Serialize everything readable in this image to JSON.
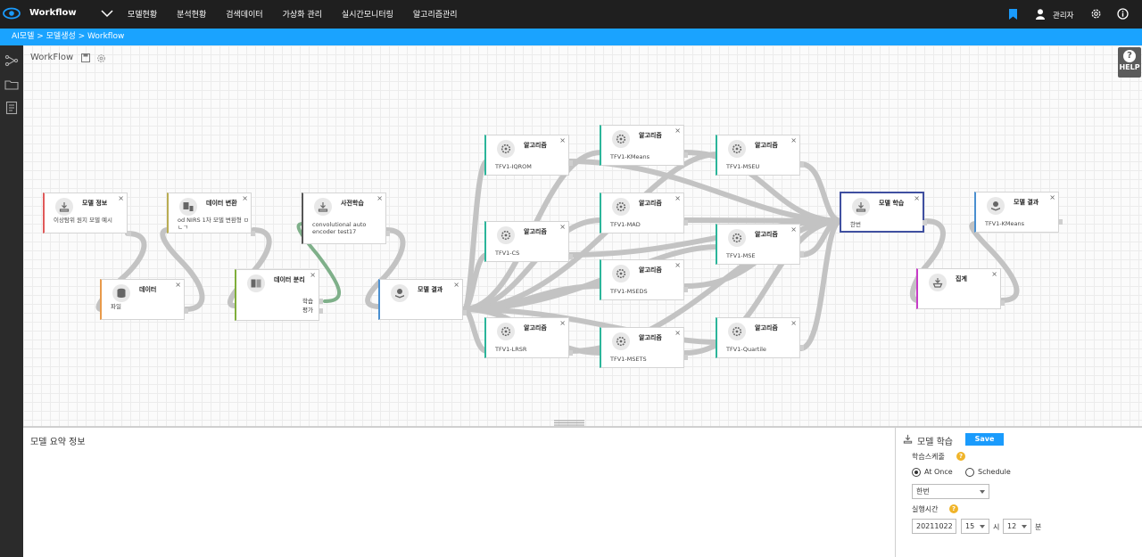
{
  "app": {
    "title": "Workflow"
  },
  "nav": {
    "items": [
      "모델현황",
      "분석현황",
      "검색데이터",
      "가상화 관리",
      "실시간모니터링",
      "알고리즘관리"
    ]
  },
  "user": {
    "name": "관리자"
  },
  "breadcrumb": {
    "text": "AI모델 > 모델생성 > Workflow"
  },
  "canvas": {
    "title": "WorkFlow",
    "help_label": "HELP",
    "help_q": "?"
  },
  "nodes": {
    "model_info": {
      "title": "모델 정보",
      "sub": "이상탐위 원지 모델 예시"
    },
    "data": {
      "title": "데이터",
      "sub": "파일"
    },
    "data_transform": {
      "title": "데이터 변환",
      "sub": "od NIRS 1차 모델 변환형 ㅁㄴㄱ"
    },
    "data_split": {
      "title": "데이터 분리",
      "train": "학습",
      "eval": "평가"
    },
    "pretrain": {
      "title": "사전학습",
      "sub": "convolutional auto encoder test17"
    },
    "result1": {
      "title": "모델 결과",
      "sub": ""
    },
    "alg1": {
      "title": "알고리즘",
      "sub": "TFV1-IQROM"
    },
    "alg2": {
      "title": "알고리즘",
      "sub": "TFV1-CS"
    },
    "alg3": {
      "title": "알고리즘",
      "sub": "TFV1-LRSR"
    },
    "alg4": {
      "title": "알고리즘",
      "sub": "TFV1-KMeans"
    },
    "alg5": {
      "title": "알고리즘",
      "sub": "TFV1-MAD"
    },
    "alg6": {
      "title": "알고리즘",
      "sub": "TFV1-MSEDS"
    },
    "alg7": {
      "title": "알고리즘",
      "sub": "TFV1-MSETS"
    },
    "alg8": {
      "title": "알고리즘",
      "sub": "TFV1-MSEU"
    },
    "alg9": {
      "title": "알고리즘",
      "sub": "TFV1-MSE"
    },
    "alg10": {
      "title": "알고리즘",
      "sub": "TFV1-Quartile"
    },
    "model_train": {
      "title": "모델 학습",
      "sub": "한번"
    },
    "aggregate": {
      "title": "집계",
      "sub": ""
    },
    "result2": {
      "title": "모델 결과",
      "sub": "TFV1-KMeans"
    }
  },
  "close_glyph": "×",
  "summary": {
    "title": "모델 요약 정보"
  },
  "props": {
    "title": "모델 학습",
    "save_label": "Save",
    "schedule_label": "학습스케줄",
    "at_once": "At Once",
    "schedule": "Schedule",
    "frequency": "한번",
    "run_time_label": "실행시간",
    "date": "20211022",
    "hour": "15",
    "hour_unit": "시",
    "minute": "12",
    "minute_unit": "분"
  },
  "colors": {
    "topbar": "#1f1f1f",
    "breadcrumb": "#1aa3ff",
    "save": "#1a9bfc",
    "link": "#c3c3c3",
    "link_active": "#7fb08a",
    "accent_red": "#e05a5a",
    "accent_orange": "#e89a4a",
    "accent_olive": "#b9ac52",
    "accent_green": "#7fae3a",
    "accent_dark": "#555555",
    "accent_blue": "#4a8fd0",
    "accent_teal": "#2bb59a",
    "accent_purple": "#c83cc8",
    "selected": "#3f4fa0"
  }
}
